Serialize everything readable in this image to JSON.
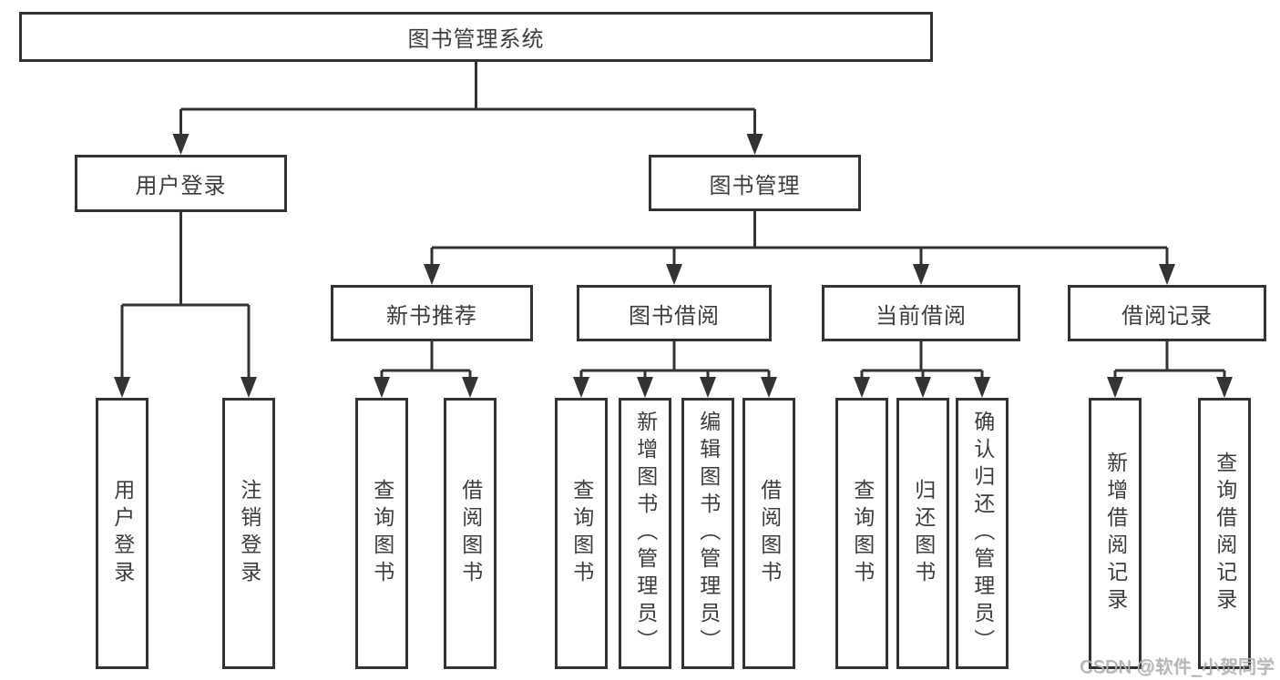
{
  "diagram_title": "图书管理系统",
  "colors": {
    "line": "#333333",
    "box_border": "#333333",
    "text": "#3d3d3d",
    "watermark": "#b5b5b5",
    "background": "#ffffff"
  },
  "tree": {
    "label": "图书管理系统",
    "children": [
      {
        "label": "用户登录",
        "children": [
          {
            "label": "用户登录"
          },
          {
            "label": "注销登录"
          }
        ]
      },
      {
        "label": "图书管理",
        "children": [
          {
            "label": "新书推荐",
            "children": [
              {
                "label": "查询图书"
              },
              {
                "label": "借阅图书"
              }
            ]
          },
          {
            "label": "图书借阅",
            "children": [
              {
                "label": "查询图书"
              },
              {
                "label": "新增图书（管理员）"
              },
              {
                "label": "编辑图书（管理员）"
              },
              {
                "label": "借阅图书"
              }
            ]
          },
          {
            "label": "当前借阅",
            "children": [
              {
                "label": "查询图书"
              },
              {
                "label": "归还图书"
              },
              {
                "label": "确认归还（管理员）"
              }
            ]
          },
          {
            "label": "借阅记录",
            "children": [
              {
                "label": "新增借阅记录"
              },
              {
                "label": "查询借阅记录"
              }
            ]
          }
        ]
      }
    ]
  },
  "watermark": {
    "text": "CSDN @软件_小贺同学"
  }
}
